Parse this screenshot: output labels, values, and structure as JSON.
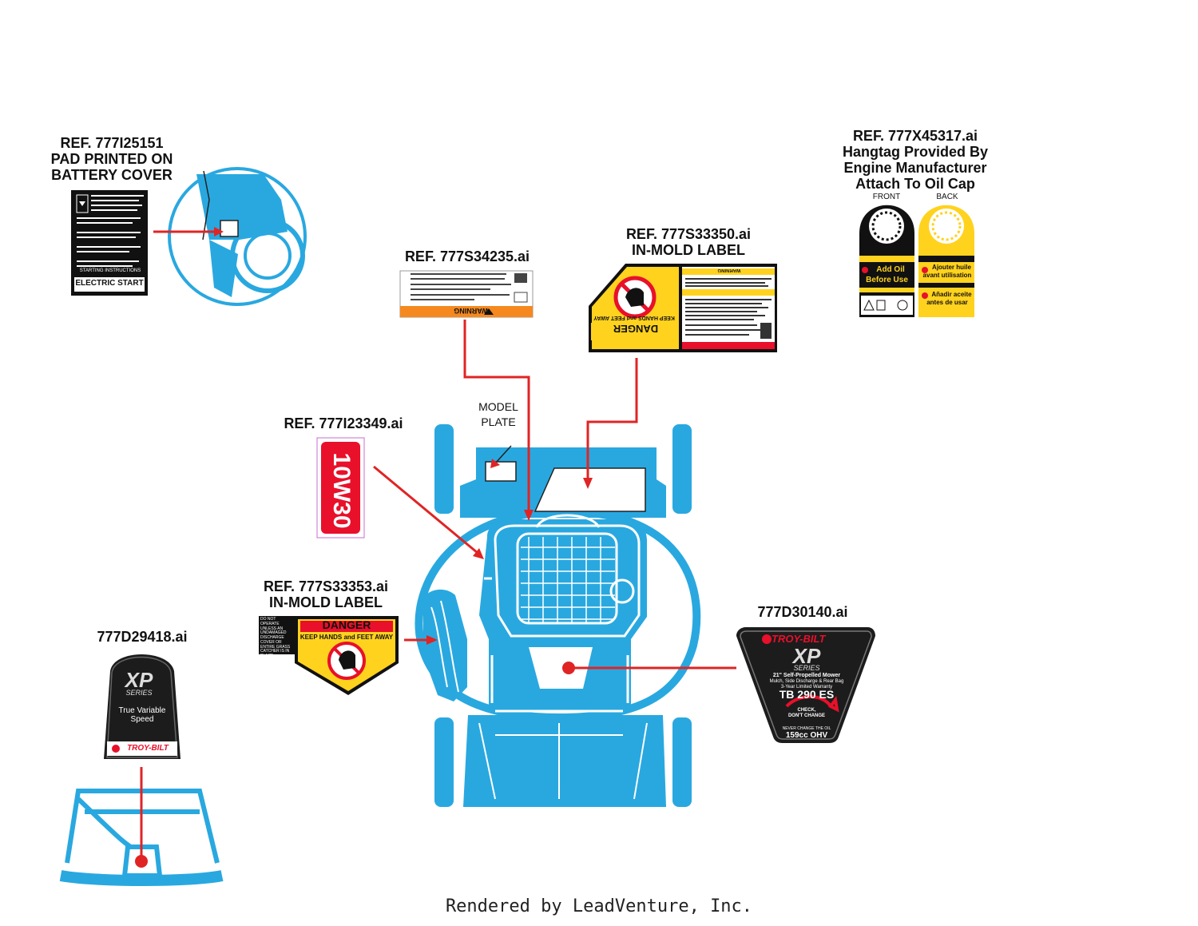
{
  "colors": {
    "outline": "#29a8e0",
    "leader": "#e02424",
    "danger_yellow": "#ffd21e",
    "danger_red": "#e8102a",
    "warning_orange": "#f5891f",
    "badge_dark": "#1c1c1c"
  },
  "labels": {
    "battery_cover": {
      "ref": "REF. 777I25151",
      "line2": "PAD PRINTED ON",
      "line3": "BATTERY COVER",
      "electric_start": "ELECTRIC START",
      "starting_instructions": "STARTING INSTRUCTIONS"
    },
    "warning_label": {
      "ref": "REF. 777S34235.ai",
      "warning": "WARNING"
    },
    "in_mold_top": {
      "ref": "REF. 777S33350.ai",
      "subtitle": "IN-MOLD LABEL",
      "danger": "DANGER",
      "keep": "KEEP HANDS and FEET AWAY",
      "warning": "WARNING"
    },
    "hangtag": {
      "ref": "REF. 777X45317.ai",
      "line2": "Hangtag Provided By",
      "line3": "Engine Manufacturer",
      "line4": "Attach To Oil Cap",
      "front": "FRONT",
      "back": "BACK",
      "front_text1": "Add Oil",
      "front_text2": "Before Use",
      "back_text1": "Ajouter huile",
      "back_text2": "avant utilisation",
      "back_text3": "Añadir aceite",
      "back_text4": "antes de usar"
    },
    "oil": {
      "ref": "REF. 777I23349.ai",
      "text": "10W30"
    },
    "model_plate": {
      "line1": "MODEL",
      "line2": "PLATE"
    },
    "in_mold_left": {
      "ref": "REF. 777S33353.ai",
      "subtitle": "IN-MOLD LABEL",
      "danger": "DANGER",
      "keep": "KEEP HANDS and FEET AWAY",
      "note": "DO NOT OPERATE UNLESS AN UNDAMAGED DISCHARGE COVER OR ENTIRE GRASS CATCHER IS IN PLACE."
    },
    "handle_badge": {
      "ref": "777D29418.ai",
      "series": "XP",
      "series_sub": "SERIES",
      "line1": "True Variable",
      "line2": "Speed",
      "brand": "TROY-BILT"
    },
    "engine_badge": {
      "ref": "777D30140.ai",
      "brand": "TROY-BILT",
      "series": "XP",
      "series_sub": "SERIES",
      "line1": "21\" Self-Propelled Mower",
      "line2": "Mulch, Side Discharge & Rear Bag",
      "line3": "3-Year Limited Warranty",
      "model": "TB 290 ES",
      "check1": "CHECK,",
      "check2": "DON'T CHANGE",
      "never": "NEVER CHANGE THE OIL",
      "engine": "159cc OHV"
    }
  },
  "footer": "Rendered by LeadVenture, Inc."
}
